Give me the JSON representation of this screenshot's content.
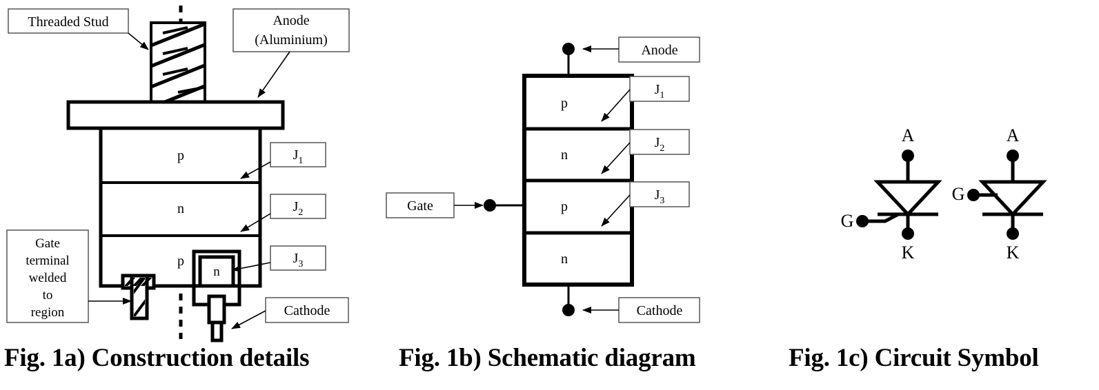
{
  "figure_a": {
    "caption": "Fig. 1a) Construction details",
    "labels": {
      "threaded_stud": "Threaded Stud",
      "anode_line1": "Anode",
      "anode_line2": "(Aluminium)",
      "gate_terminal": [
        "Gate",
        "terminal",
        "welded",
        "to",
        "region"
      ],
      "cathode": "Cathode",
      "j1": "J",
      "j1_sub": "1",
      "j2": "J",
      "j2_sub": "2",
      "j3": "J",
      "j3_sub": "3"
    },
    "regions": {
      "layer1": "p",
      "layer2": "n",
      "layer3": "p",
      "cathode_n": "n"
    }
  },
  "figure_b": {
    "caption": "Fig. 1b) Schematic diagram",
    "labels": {
      "anode": "Anode",
      "gate": "Gate",
      "cathode": "Cathode",
      "j1": "J",
      "j1_sub": "1",
      "j2": "J",
      "j2_sub": "2",
      "j3": "J",
      "j3_sub": "3"
    },
    "layers": [
      "p",
      "n",
      "p",
      "n"
    ]
  },
  "figure_c": {
    "caption": "Fig. 1c) Circuit Symbol",
    "symbol_left": {
      "anode": "A",
      "gate": "G",
      "cathode": "K"
    },
    "symbol_right": {
      "anode": "A",
      "gate": "G",
      "cathode": "K"
    }
  },
  "style": {
    "ink": "#000000",
    "paper": "#ffffff",
    "label_box_border": "#555555"
  }
}
